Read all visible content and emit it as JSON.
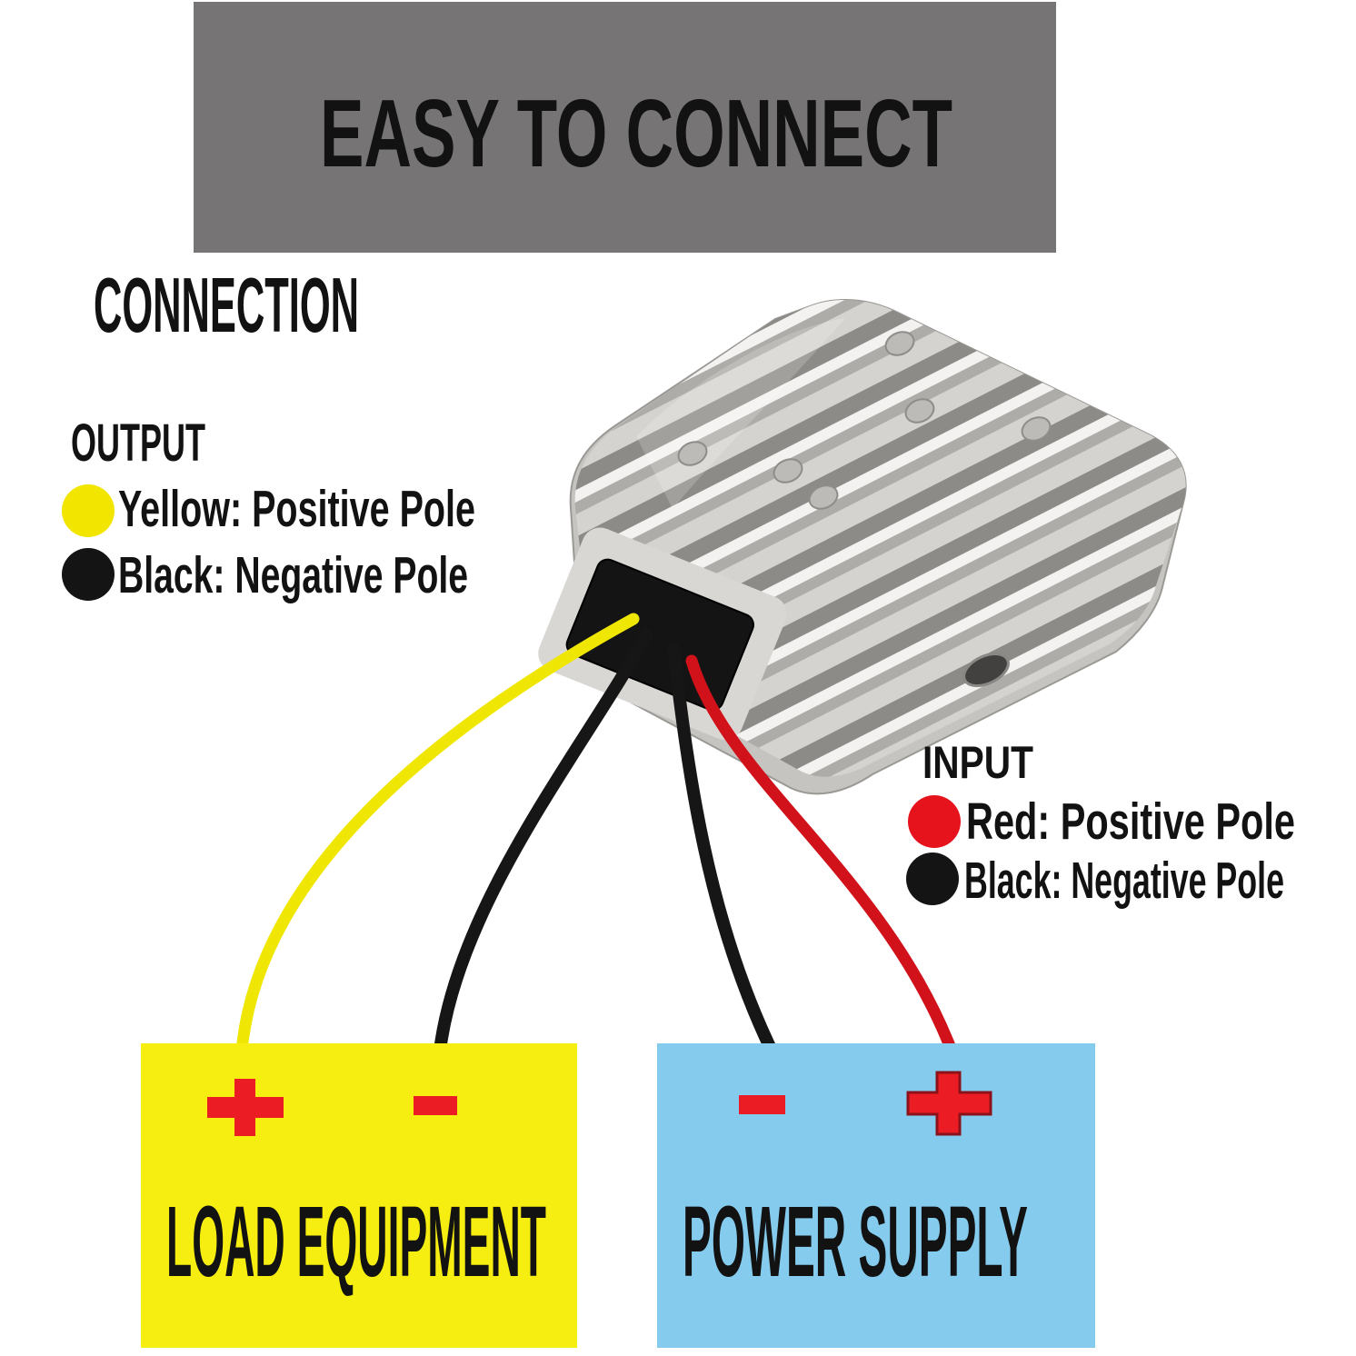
{
  "banner": {
    "title": "EASY TO CONNECT",
    "bg": "#767474",
    "text_color": "#121212"
  },
  "connection_heading": "CONNECTION",
  "output_legend": {
    "title": "OUTPUT",
    "items": [
      {
        "name": "yellow",
        "swatch": "#f2e500",
        "label": "Yellow: Positive Pole"
      },
      {
        "name": "black",
        "swatch": "#141414",
        "label": "Black: Negative Pole"
      }
    ]
  },
  "input_legend": {
    "title": "INPUT",
    "items": [
      {
        "name": "red",
        "swatch": "#e6131c",
        "label": "Red: Positive Pole"
      },
      {
        "name": "black",
        "swatch": "#141414",
        "label": "Black: Negative Pole"
      }
    ]
  },
  "device": {
    "description": "silver finned heatsink voltage converter with black wire connector"
  },
  "wires": {
    "yellow": "#efe603",
    "black": "#161616",
    "red": "#d2121a"
  },
  "load_box": {
    "label": "LOAD EQUIPMENT",
    "bg": "#f6ee10",
    "plus_symbol": "+",
    "minus_symbol": "-",
    "symbol_color": "#ec1c24"
  },
  "power_box": {
    "label": "POWER SUPPLY",
    "bg": "#85cbee",
    "plus_symbol": "+",
    "minus_symbol": "-",
    "symbol_color": "#ec1c24",
    "plus_outline": "#8c1219"
  }
}
